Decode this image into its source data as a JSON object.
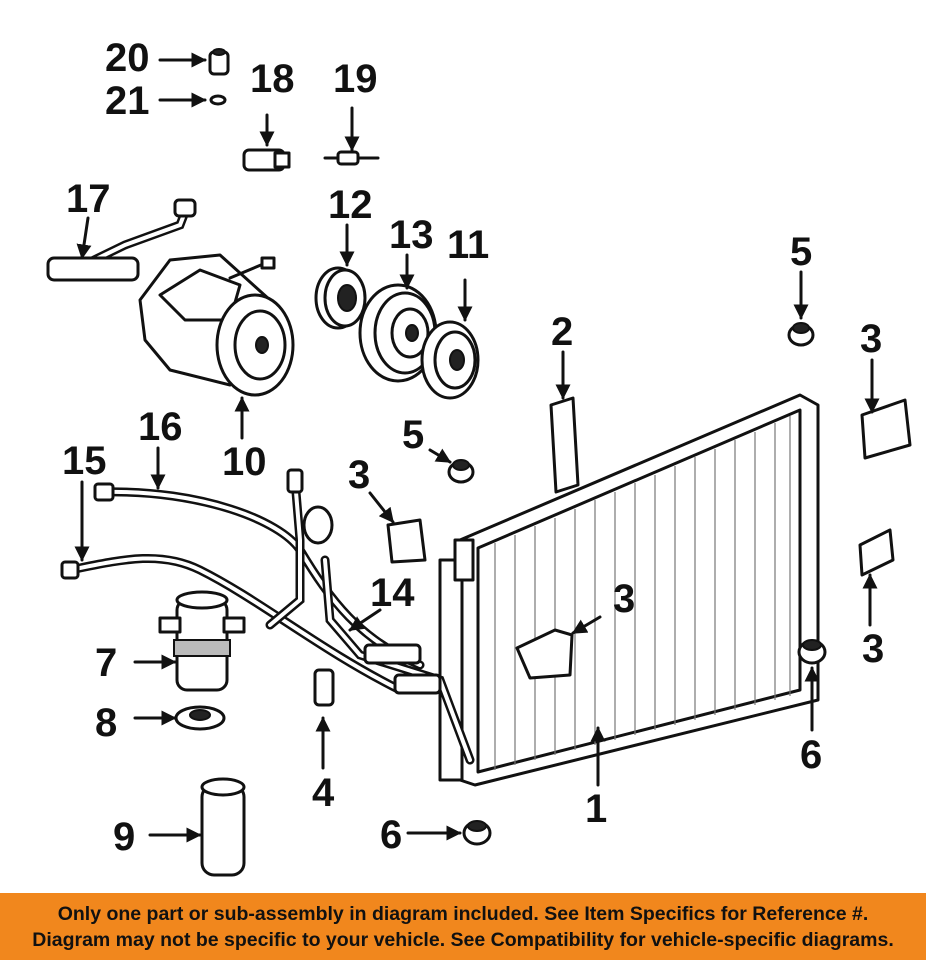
{
  "labels": {
    "condenser": "1",
    "bracket_2": "2",
    "bracket_3_left": "3",
    "bracket_3_center": "3",
    "bracket_3_right_top": "3",
    "bracket_3_right_bottom": "3",
    "line_4": "4",
    "insulator_5_top": "5",
    "insulator_5_center": "5",
    "insulator_6_right": "6",
    "insulator_6_bottom": "6",
    "drier_7": "7",
    "seal_8": "8",
    "drier_9": "9",
    "compressor_10": "10",
    "coil_11": "11",
    "pulley_12": "12",
    "clutch_13": "13",
    "tube_14": "14",
    "hose_15": "15",
    "hose_16": "16",
    "manifold_17": "17",
    "switch_18": "18",
    "valve_19": "19",
    "switch_20": "20",
    "oring_21": "21"
  },
  "banner": {
    "line1": "Only one part or sub-assembly in diagram included. See Item Specifics for Reference #.",
    "line2": "Diagram may not be specific to your vehicle. See Compatibility for vehicle-specific diagrams.",
    "background_color": "#f1871d"
  }
}
